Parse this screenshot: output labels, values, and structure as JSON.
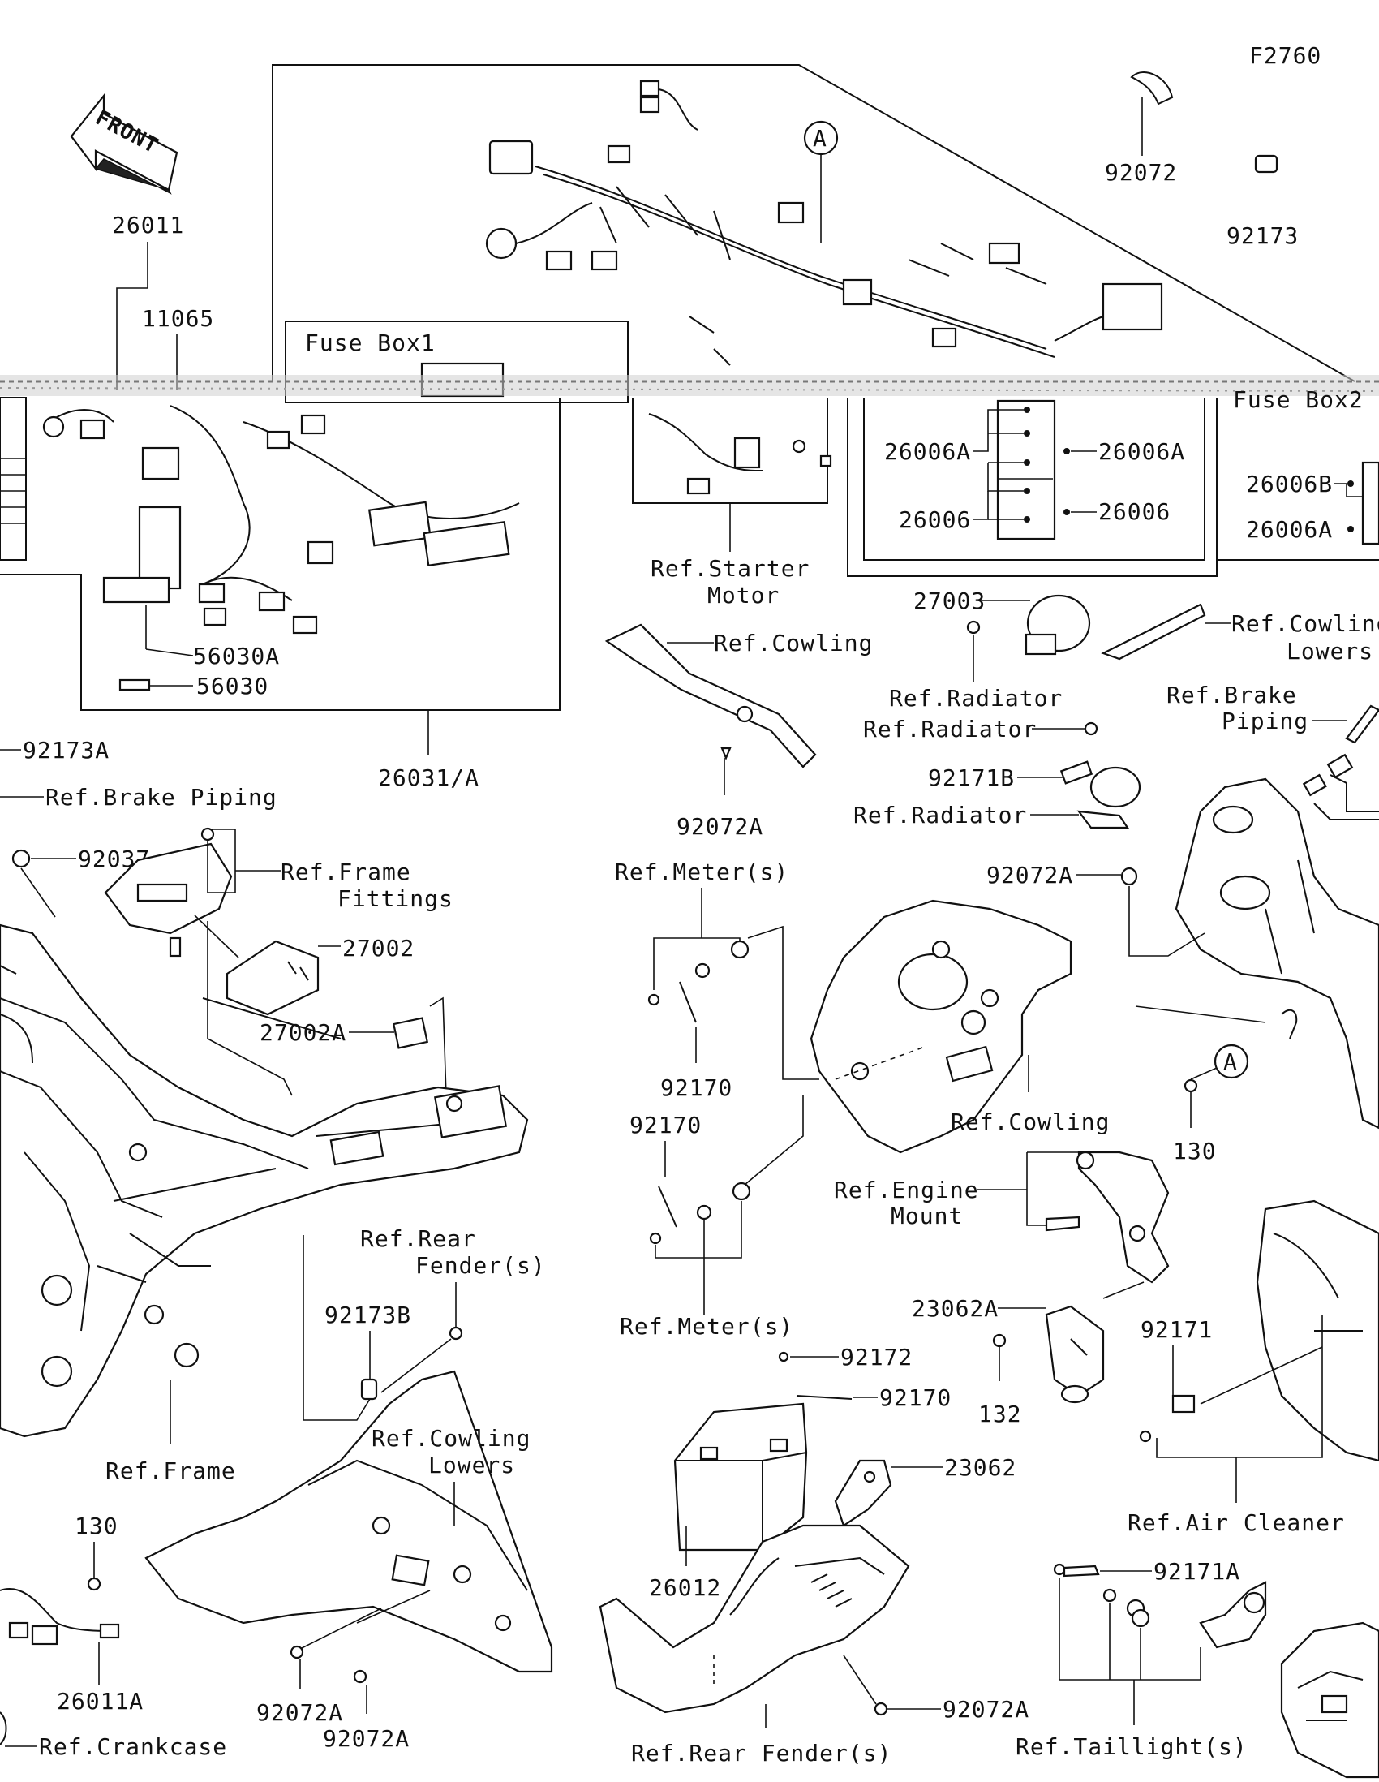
{
  "figure_code": "F2760",
  "front_arrow_label": "FRONT",
  "marker_a": "A",
  "labels": {
    "p26011": "26011",
    "p11065": "11065",
    "fuse_box1": "Fuse Box1",
    "fuse_box2": "Fuse Box2",
    "p92072_top": "92072",
    "p92173_top": "92173",
    "ref_starter_motor_1": "Ref.Starter",
    "ref_starter_motor_2": "Motor",
    "p26006A_l": "26006A",
    "p26006A_r": "26006A",
    "p26006_l": "26006",
    "p26006_r": "26006",
    "p26006B_fb2": "26006B",
    "p26006A_fb2": "26006A",
    "p56030A": "56030A",
    "p56030": "56030",
    "p26031A": "26031/A",
    "ref_cowling_1": "Ref.Cowling",
    "p27003": "27003",
    "ref_cowling_lowers_1a": "Ref.Cowling",
    "ref_cowling_lowers_1b": "Lowers",
    "ref_radiator_1": "Ref.Radiator",
    "ref_radiator_2": "Ref.Radiator",
    "ref_radiator_3": "Ref.Radiator",
    "ref_brake_piping_r1": "Ref.Brake",
    "ref_brake_piping_r2": "Piping",
    "p92171B": "92171B",
    "p92173A": "92173A",
    "ref_brake_piping_l": "Ref.Brake Piping",
    "p92072A_mid": "92072A",
    "ref_meter_1": "Ref.Meter(s)",
    "ref_meter_2": "Ref.Meter(s)",
    "p92072A_right": "92072A",
    "p92037": "92037",
    "ref_frame_fittings_1": "Ref.Frame",
    "ref_frame_fittings_2": "Fittings",
    "p27002": "27002",
    "p27002A": "27002A",
    "p92170_a": "92170",
    "p92170_b": "92170",
    "p92170_c": "92170",
    "ref_cowling_2": "Ref.Cowling",
    "p130_right": "130",
    "p130_left": "130",
    "ref_engine_mount_1": "Ref.Engine",
    "ref_engine_mount_2": "Mount",
    "ref_rear_fender_1": "Ref.Rear",
    "ref_rear_fender_2": "Fender(s)",
    "ref_rear_fender_3": "Ref.Rear Fender(s)",
    "p23062A": "23062A",
    "p92173B": "92173B",
    "p92171": "92171",
    "p92172": "92172",
    "p132": "132",
    "ref_frame": "Ref.Frame",
    "ref_cowling_lowers_2a": "Ref.Cowling",
    "ref_cowling_lowers_2b": "Lowers",
    "p23062": "23062",
    "ref_air_cleaner": "Ref.Air Cleaner",
    "p26012": "26012",
    "p92171A": "92171A",
    "p26011A": "26011A",
    "p92072A_b1": "92072A",
    "p92072A_b2": "92072A",
    "p92072A_b3": "92072A",
    "ref_crankcase": "Ref.Crankcase",
    "ref_taillight": "Ref.Taillight(s)"
  }
}
